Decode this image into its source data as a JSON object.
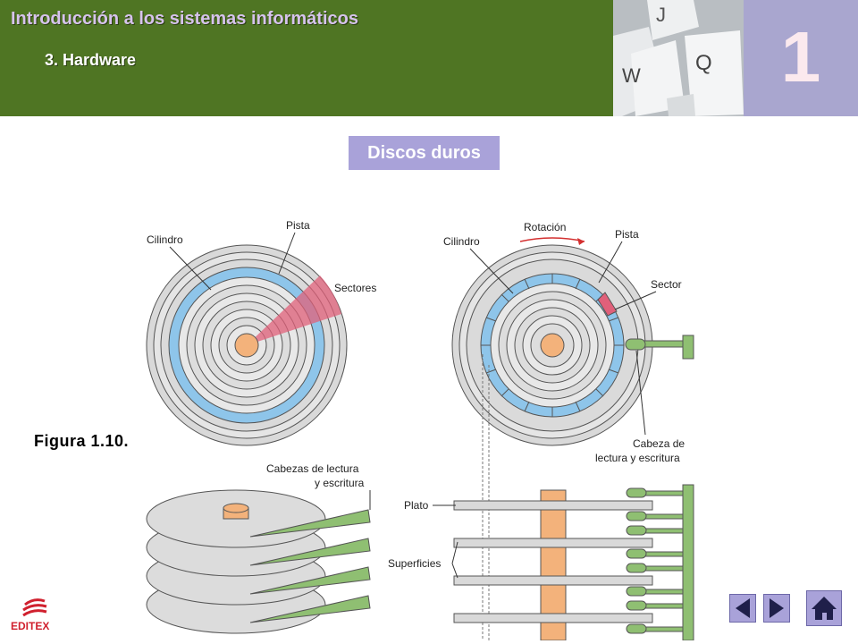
{
  "header": {
    "title": "Introducción a los sistemas informáticos",
    "subtitle": "3.  Hardware",
    "chapter_number": "1",
    "keyboard_keys": [
      "J",
      "Q",
      "W"
    ]
  },
  "section": {
    "label": "Discos duros"
  },
  "figure": {
    "caption": "Figura 1.10.",
    "labels": {
      "cilindro_left": "Cilindro",
      "pista_left": "Pista",
      "sectores": "Sectores",
      "rotacion": "Rotación",
      "cilindro_right": "Cilindro",
      "pista_right": "Pista",
      "sector": "Sector",
      "cabeza_line1": "Cabeza de",
      "cabeza_line2": "lectura y escritura",
      "cabezas_line1": "Cabezas de lectura",
      "cabezas_line2": "y escritura",
      "plato": "Plato",
      "superficies": "Superficies"
    }
  },
  "footer": {
    "logo_text": "EDITEX"
  },
  "nav": {
    "prev_icon": "arrow-left-icon",
    "next_icon": "arrow-right-icon",
    "home_icon": "home-icon"
  },
  "colors": {
    "header_green": "#4f7523",
    "accent_purple": "#a9a2d9",
    "track_blue": "#8ec5ea",
    "sector_pink": "#e0607a",
    "head_green": "#8fbf72",
    "spindle_orange": "#f3b27b"
  }
}
